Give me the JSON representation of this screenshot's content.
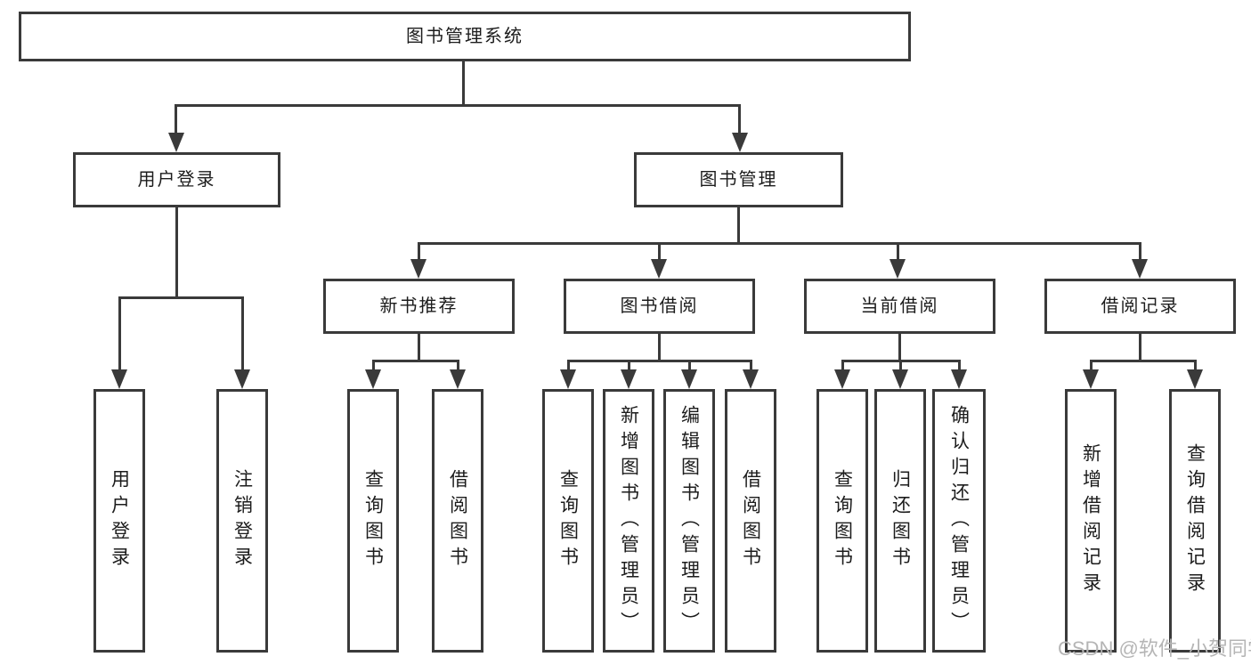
{
  "tree": {
    "root_label": "图书管理系统",
    "branches": [
      "用户登录",
      "图书管理"
    ],
    "modules": [
      "新书推荐",
      "图书借阅",
      "当前借阅",
      "借阅记录"
    ],
    "leaves": [
      "用户登录",
      "注销登录",
      "查询图书",
      "借阅图书",
      "查询图书",
      "新增图书（管理员）",
      "编辑图书（管理员）",
      "借阅图书",
      "查询图书",
      "归还图书",
      "确认归还（管理员）",
      "新增借阅记录",
      "查询借阅记录"
    ]
  },
  "watermark": {
    "text": "CSDN @软件_小贺同学"
  },
  "colors": {
    "line": "#3a3a3a",
    "text": "#1c1c1c",
    "background": "#ffffff",
    "watermark": "#b5b5b5"
  }
}
